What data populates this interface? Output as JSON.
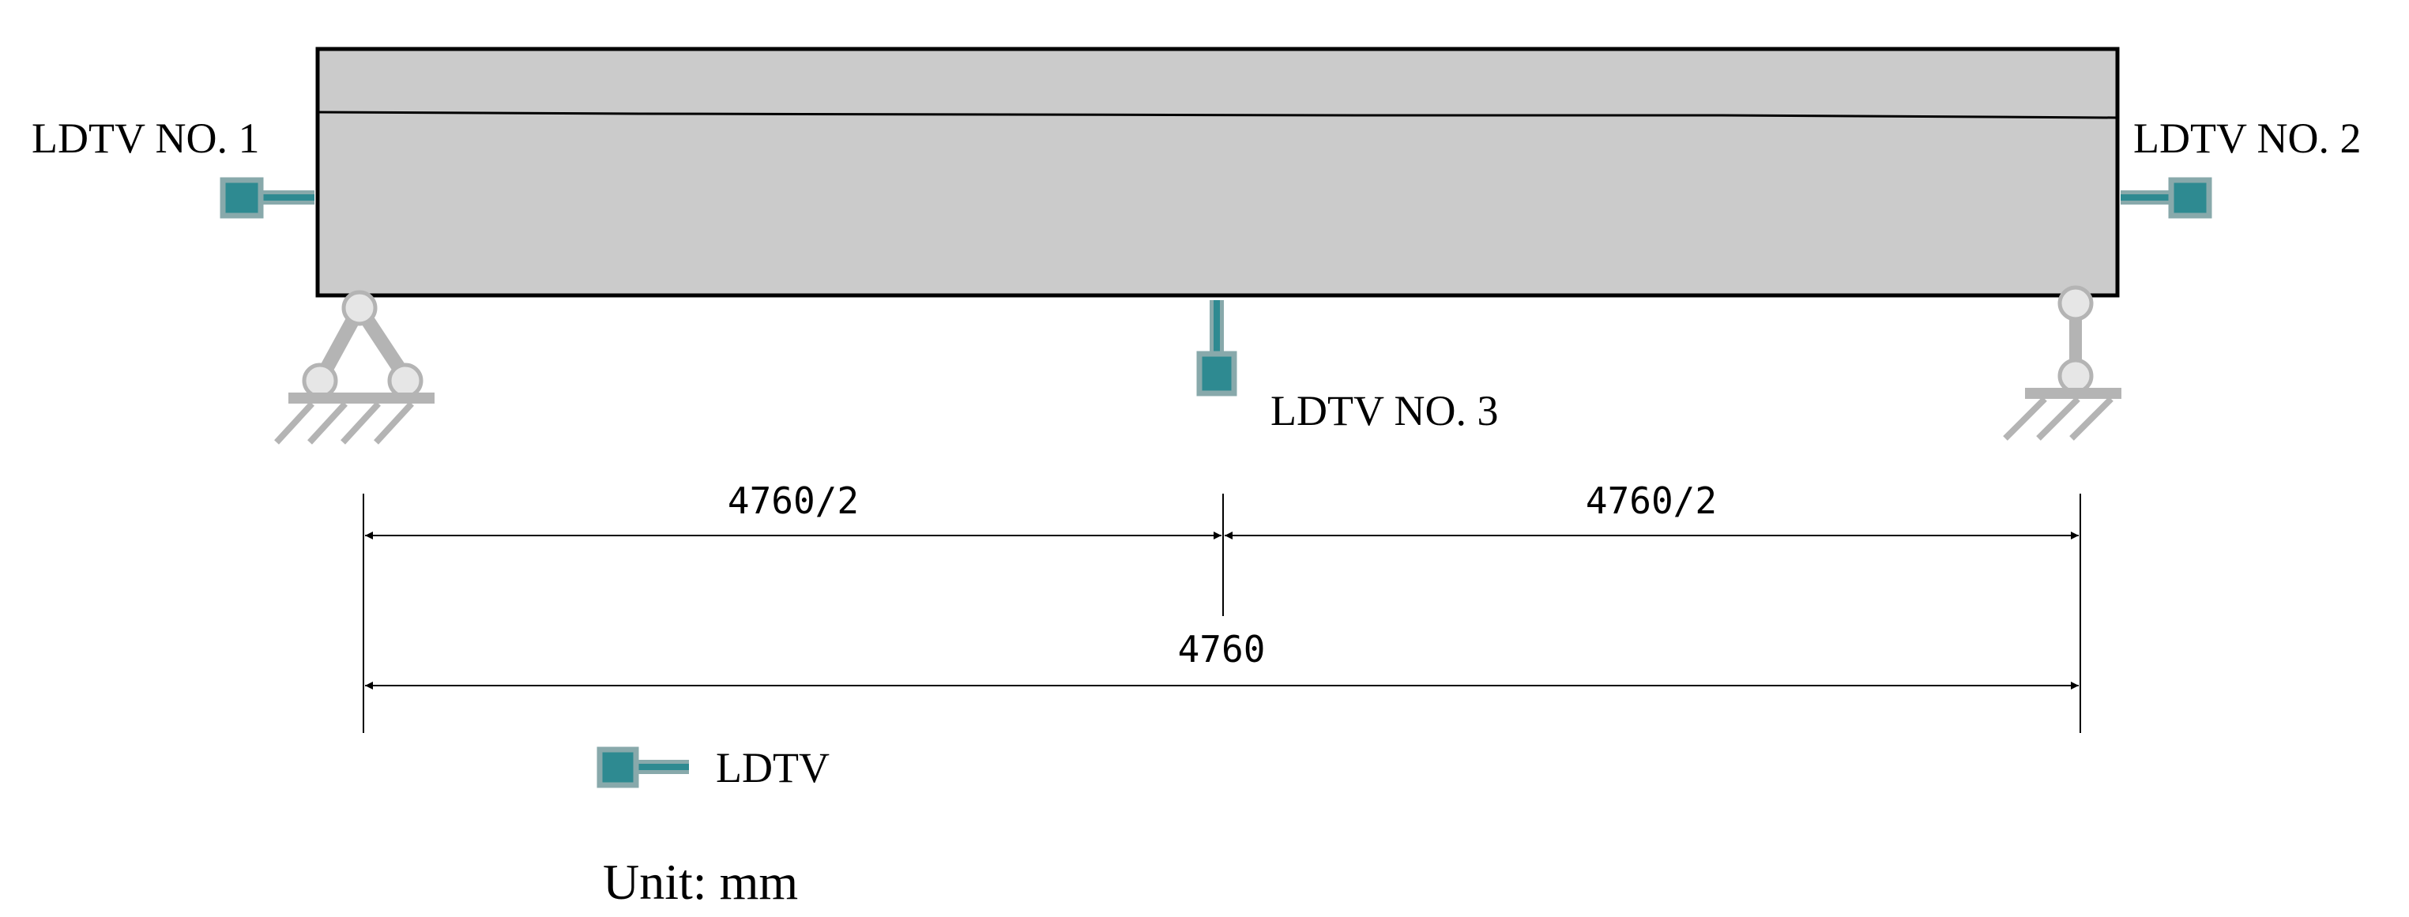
{
  "colors": {
    "beam_fill": "#cbcbcb",
    "beam_stroke": "#000000",
    "support": "#b4b4b4",
    "support_joint": "#e6e6e6",
    "ldtv_body": "#2e8a91",
    "ldtv_border": "#88a9ab",
    "dimension_line": "#000000"
  },
  "labels": {
    "ldtv_1": "LDTV NO. 1",
    "ldtv_2": "LDTV NO. 2",
    "ldtv_3": "LDTV NO. 3",
    "legend": "LDTV",
    "unit": "Unit: mm"
  },
  "dimensions": {
    "left_half": "4760/2",
    "right_half": "4760/2",
    "total": "4760"
  },
  "icons": {
    "ldtv": "ldtv-sensor-icon",
    "pin_support": "pin-support-icon",
    "roller_support": "roller-support-icon"
  }
}
